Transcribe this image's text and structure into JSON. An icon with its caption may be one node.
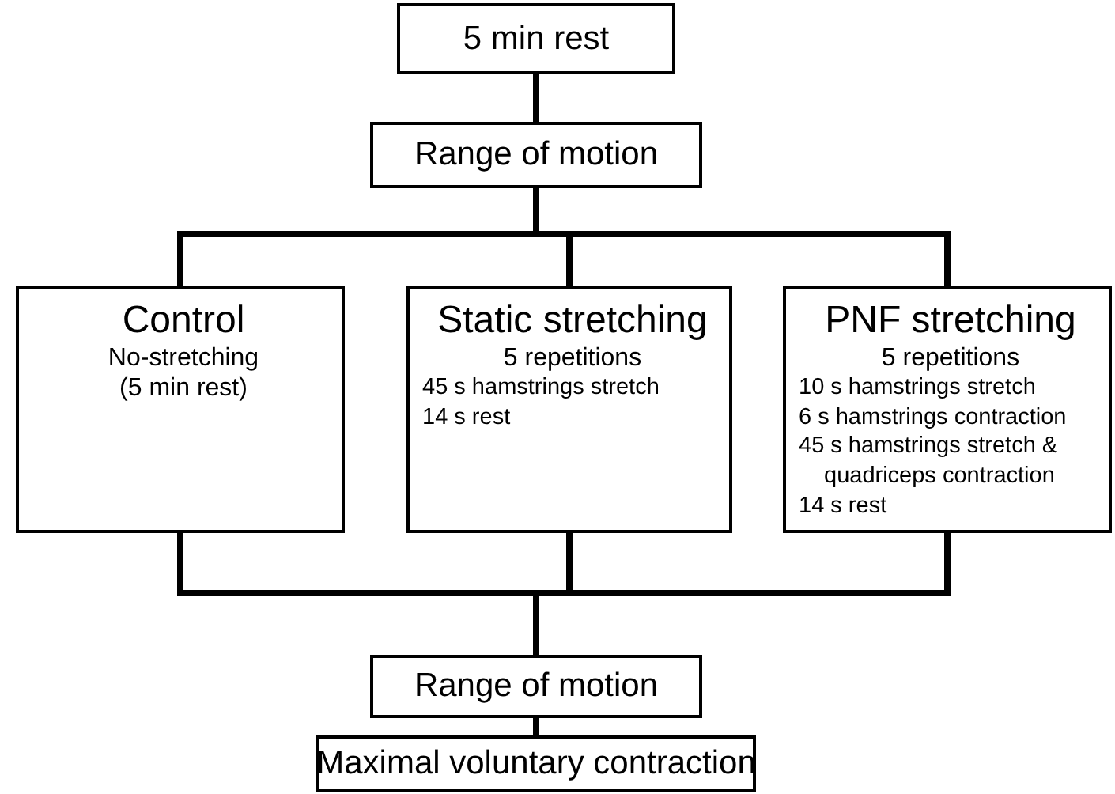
{
  "diagram": {
    "nodes": [
      {
        "text": [
          "5 min rest"
        ]
      },
      {
        "text": [
          "Range of motion"
        ]
      },
      {
        "text": [
          "Control",
          "No-stretching (5 min rest)"
        ]
      },
      {
        "text": [
          "Static stretching",
          "5 repetitions",
          "45 s hamstrings stretch",
          "14 s rest"
        ]
      },
      {
        "text": [
          "PNF stretching",
          "5 repetitions",
          "10 s hamstrings stretch",
          "6 s hamstrings contraction",
          "45 s hamstrings stretch & quadriceps contraction",
          "14 s rest"
        ]
      },
      {
        "text": [
          "Range of motion"
        ]
      },
      {
        "text": [
          "Maximal voluntary contraction"
        ]
      }
    ],
    "edges": [
      {
        "from": 0,
        "to": 1,
        "arrow": "none"
      },
      {
        "from": 1,
        "to": 2,
        "arrow": "none"
      },
      {
        "from": 1,
        "to": 3,
        "arrow": "none"
      },
      {
        "from": 1,
        "to": 4,
        "arrow": "none"
      },
      {
        "from": 2,
        "to": 5,
        "arrow": "none"
      },
      {
        "from": 3,
        "to": 5,
        "arrow": "none"
      },
      {
        "from": 4,
        "to": 5,
        "arrow": "none"
      },
      {
        "from": 5,
        "to": 6,
        "arrow": "none"
      }
    ]
  }
}
